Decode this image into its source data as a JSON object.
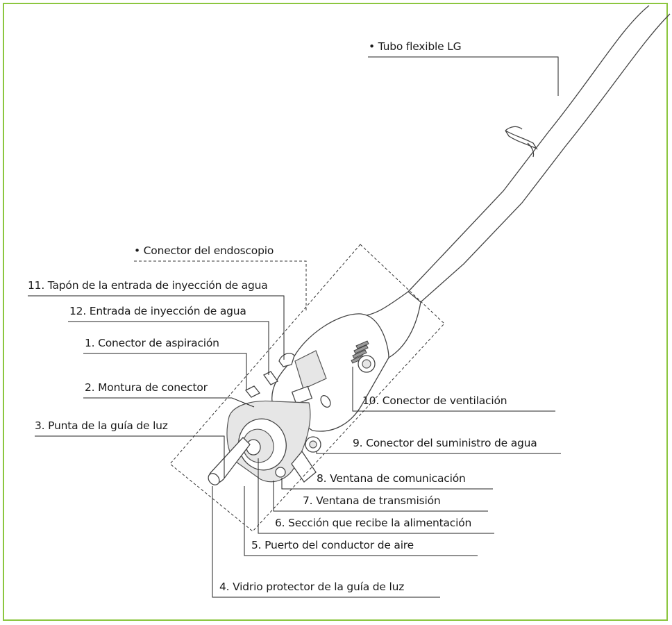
{
  "labels": {
    "tube": "• Tubo flexible LG",
    "connector": "• Conector del endoscopio",
    "l11": "11. Tapón de la entrada de inyección de agua",
    "l12": "12. Entrada de inyección de agua",
    "l1": "1. Conector de aspiración",
    "l2": "2. Montura de conector",
    "l3": "3. Punta de la guía de luz",
    "l10": "10. Conector de ventilación",
    "l9": "9. Conector del suministro de agua",
    "l8": "8. Ventana de comunicación",
    "l7": "7. Ventana de transmisión",
    "l6": "6. Sección que recibe la alimentación",
    "l5": "5. Puerto del conductor de aire",
    "l4": "4. Vidrio protector de la guía de luz"
  },
  "colors": {
    "frame_border": "#8cc63f",
    "line": "#222222"
  }
}
